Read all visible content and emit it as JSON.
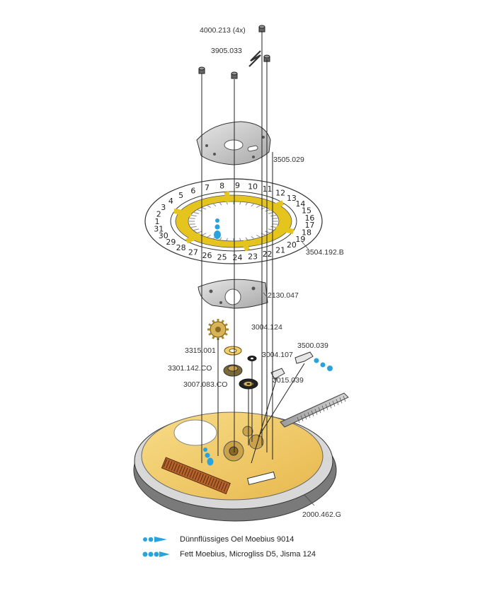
{
  "parts": {
    "screws": "4000.213 (4x)",
    "spring": "3905.033",
    "plate_top": "3505.029",
    "date_disc": "3504.192.B",
    "plate_mid": "2130.047",
    "wheel_a": "3004.124",
    "ring_a": "3315.001",
    "wheel_b": "3004.107",
    "lever_right": "3500.039",
    "wheel_c": "3301.142.CO",
    "lever_left": "3015.039",
    "wheel_d": "3007.083.CO",
    "movement": "2000.462.G"
  },
  "date_numbers": [
    "1",
    "2",
    "3",
    "4",
    "5",
    "6",
    "7",
    "8",
    "9",
    "10",
    "11",
    "12",
    "13",
    "14",
    "15",
    "16",
    "17",
    "18",
    "19",
    "20",
    "21",
    "22",
    "23",
    "24",
    "25",
    "26",
    "27",
    "28",
    "29",
    "30",
    "31"
  ],
  "legend": {
    "oil": "Dünnflüssiges Oel Moebius 9014",
    "grease": "Fett Moebius, Microgliss D5, Jisma 124"
  },
  "colors": {
    "oil_drop": "#29a3dc",
    "gold": "#f3cf6a",
    "date_ring_yellow": "#e5c41e",
    "metal_plate": "#c9c9c9"
  }
}
